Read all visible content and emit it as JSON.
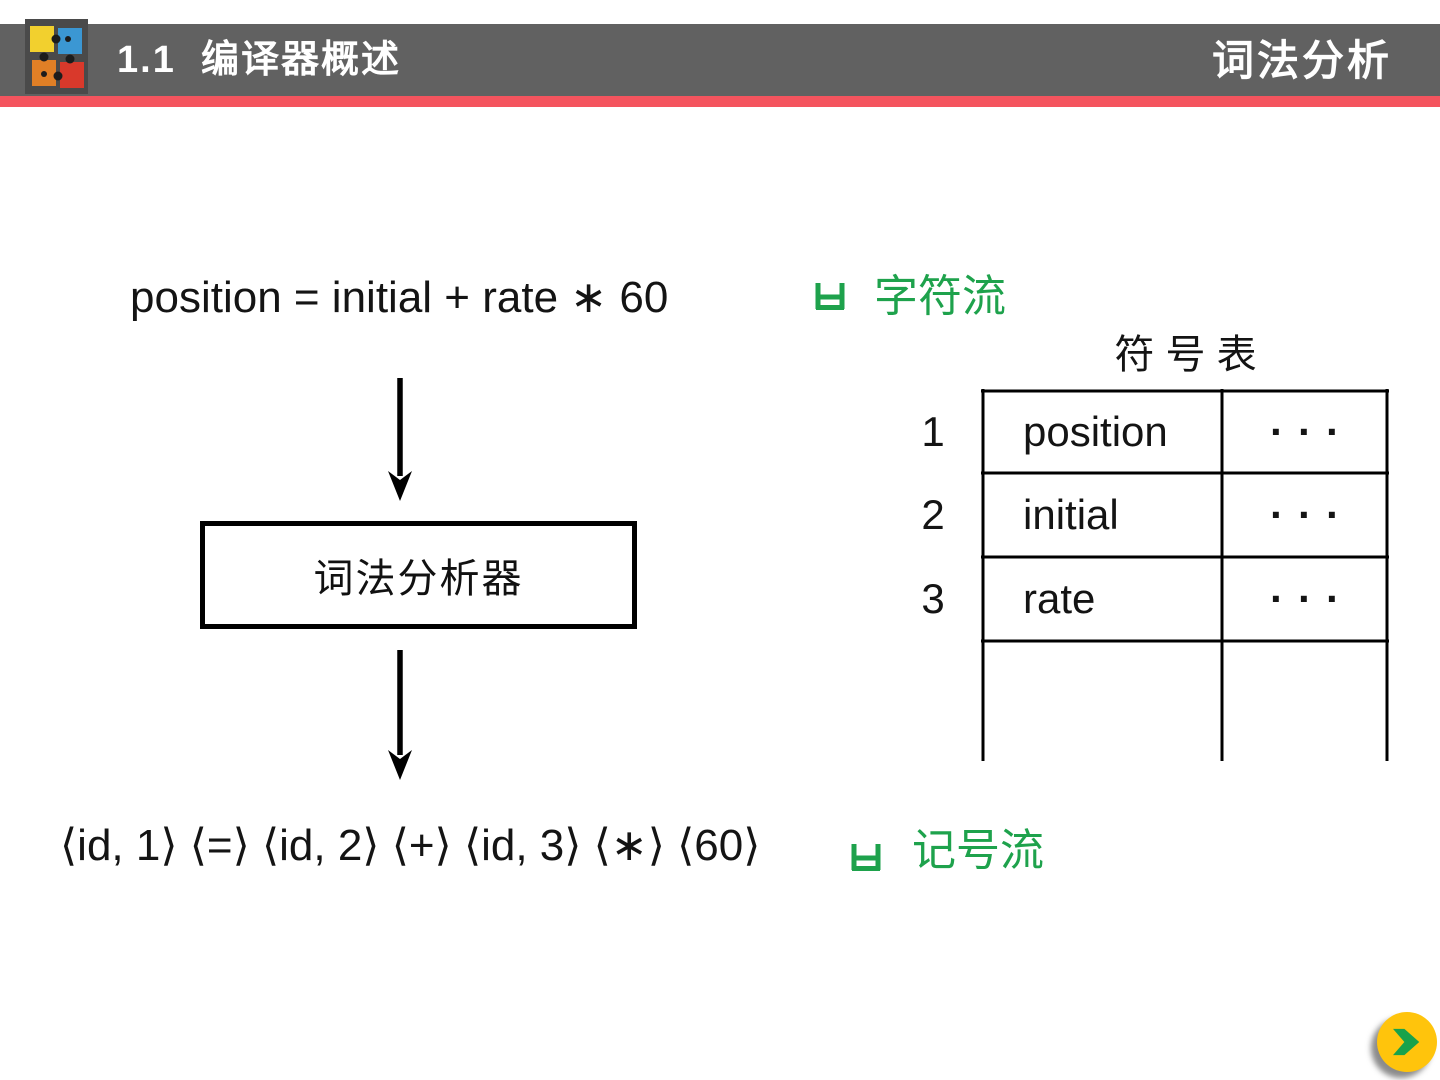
{
  "header": {
    "section_title": "1.1  编译器概述",
    "topic_title": "词法分析",
    "bar_color": "#616161",
    "divider_color": "#f4545e"
  },
  "source_line": "position = initial + rate ∗ 60",
  "char_stream_label": "字符流",
  "token_stream_label": "记号流",
  "analyzer_box_label": "词法分析器",
  "token_line": "⟨id, 1⟩ ⟨=⟩ ⟨id, 2⟩ ⟨+⟩ ⟨id, 3⟩ ⟨∗⟩ ⟨60⟩",
  "symbol_table": {
    "title": "符 号 表",
    "rows": [
      {
        "index": "1",
        "name": "position",
        "attrs": "···"
      },
      {
        "index": "2",
        "name": "initial",
        "attrs": "···"
      },
      {
        "index": "3",
        "name": "rate",
        "attrs": "···"
      }
    ]
  },
  "colors": {
    "accent_green": "#1ea24c",
    "button_yellow": "#ffc40c",
    "chevron_green": "#18a24b",
    "line_black": "#000000"
  }
}
